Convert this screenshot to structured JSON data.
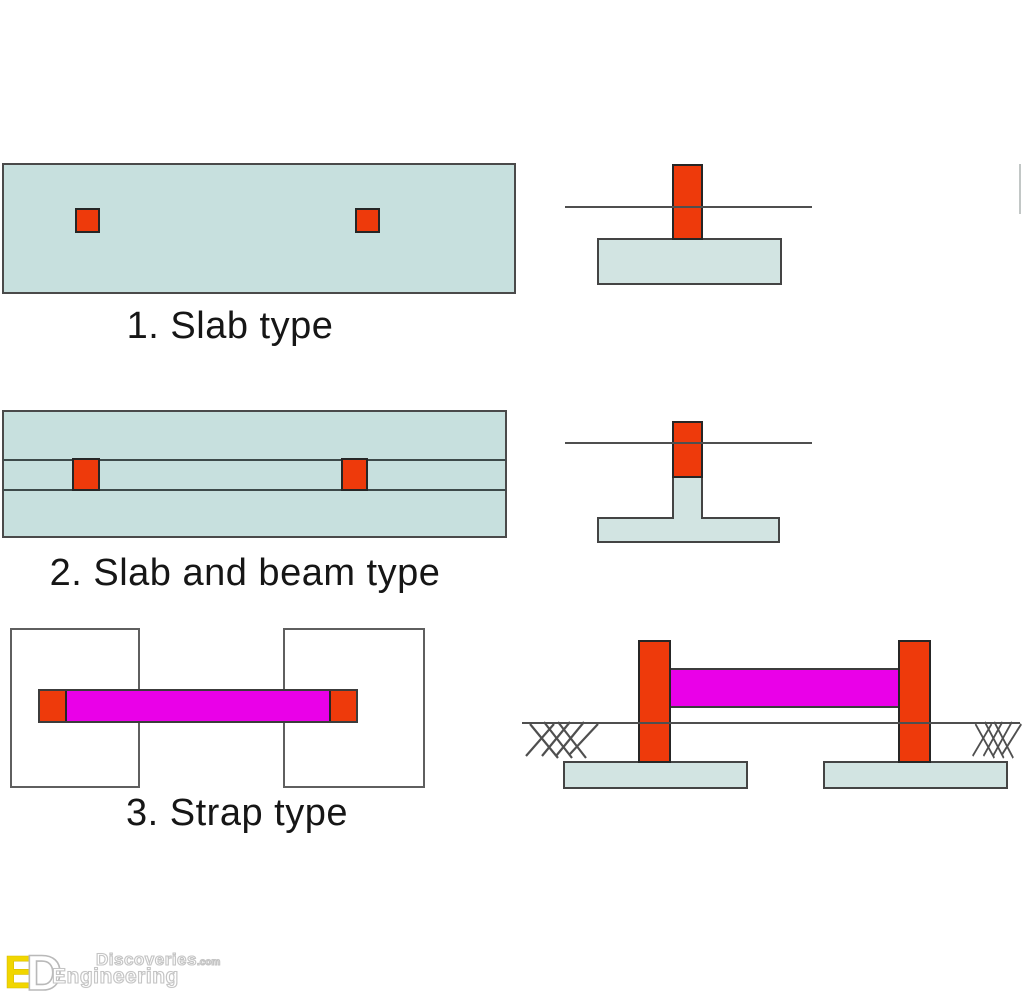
{
  "page": {
    "background": "#ffffff",
    "description_domain": "combined-footing-types-diagram"
  },
  "palette": {
    "slab_fill": "#c7e0de",
    "footing_fill": "#d2e4e2",
    "column_red": "#ee3a0b",
    "strap_magenta": "#ea00e8",
    "outline_dark": "#4a4a4a",
    "ground_line": "#4f4f4f",
    "label_text": "#161616",
    "monogram_yellow": "#f1d600"
  },
  "figures": [
    {
      "label": "1. Slab type"
    },
    {
      "label": "2. Slab and beam type"
    },
    {
      "label": "3. Strap type"
    }
  ],
  "watermark": {
    "monogram_e": "E",
    "monogram_d": "D",
    "brand_top": "Discoveries",
    "brand_top_suffix": ".com",
    "brand_bottom": "Engineering"
  }
}
